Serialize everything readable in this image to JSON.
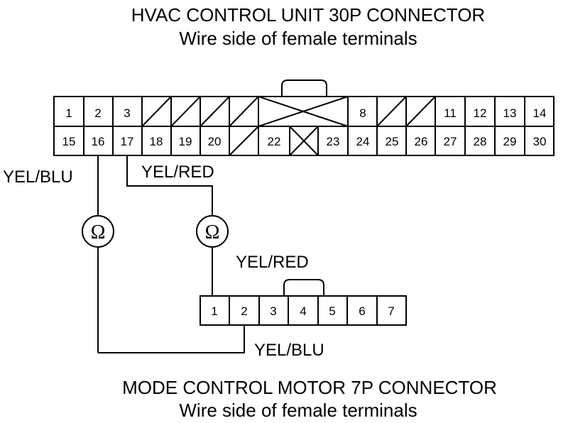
{
  "hvac_connector": {
    "title": "HVAC CONTROL UNIT 30P CONNECTOR",
    "subtitle": "Wire side of female terminals",
    "top_row": [
      "1",
      "2",
      "3",
      "",
      "",
      "",
      "",
      "",
      "",
      "8",
      "",
      "",
      "11",
      "12",
      "13",
      "14"
    ],
    "bottom_row": [
      "15",
      "16",
      "17",
      "18",
      "19",
      "20",
      "",
      "22",
      "",
      "23",
      "24",
      "25",
      "26",
      "27",
      "28",
      "29",
      "30"
    ]
  },
  "motor_connector": {
    "title": "MODE CONTROL MOTOR 7P CONNECTOR",
    "subtitle": "Wire side of female terminals",
    "pins": [
      "1",
      "2",
      "3",
      "4",
      "5",
      "6",
      "7"
    ]
  },
  "wires": {
    "yel_blu_left": "YEL/BLU",
    "yel_red_top": "YEL/RED",
    "yel_red_motor": "YEL/RED",
    "yel_blu_bottom": "YEL/BLU"
  },
  "meters": {
    "symbol": "Ω"
  }
}
